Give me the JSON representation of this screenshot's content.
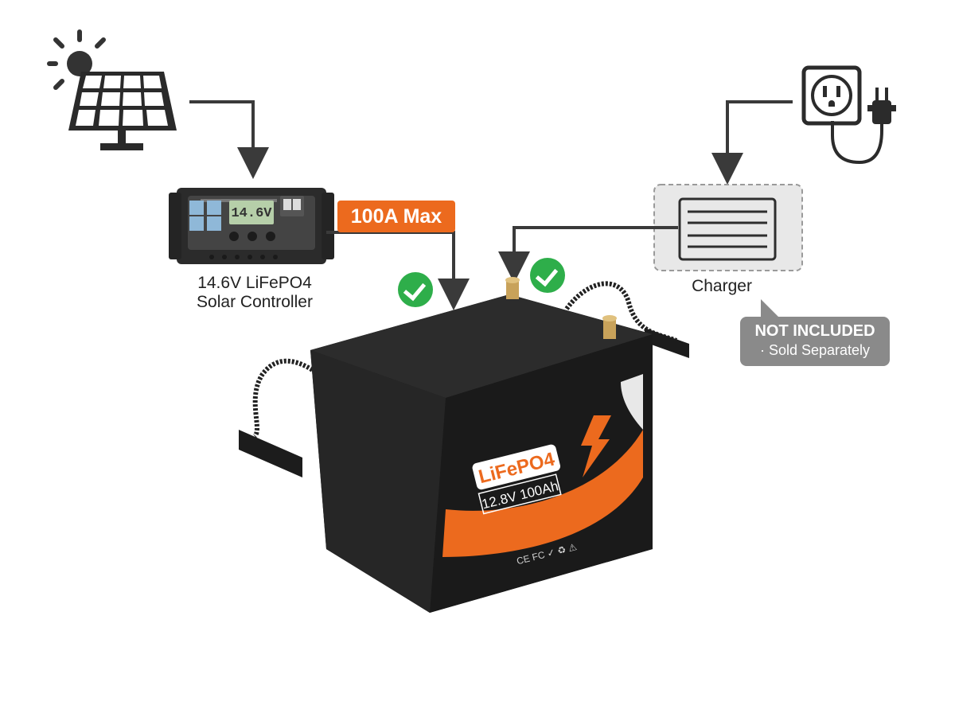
{
  "controller": {
    "screen_reading": "14.6V",
    "label_line1": "14.6V LiFePO4",
    "label_line2": "Solar Controller"
  },
  "charger": {
    "label": "Charger"
  },
  "badge": {
    "text": "100A Max"
  },
  "not_included": {
    "line1": "NOT INCLUDED",
    "line2": "· Sold Separately"
  },
  "battery": {
    "chemistry": "LiFePO4",
    "rating": "12.8V 100Ah",
    "cert_marks": "CE  FC  ✓  ♻  ⚠"
  },
  "icons": [
    "sun-icon",
    "solar-panel-icon",
    "wall-outlet-icon",
    "plug-icon",
    "checkmark-icon",
    "lightning-icon"
  ],
  "colors": {
    "accent": "#ec6a1e",
    "check": "#2eae4a",
    "line": "#3a3a3a",
    "note_bg": "#8a8a8a",
    "battery": "#1f1f1f"
  }
}
